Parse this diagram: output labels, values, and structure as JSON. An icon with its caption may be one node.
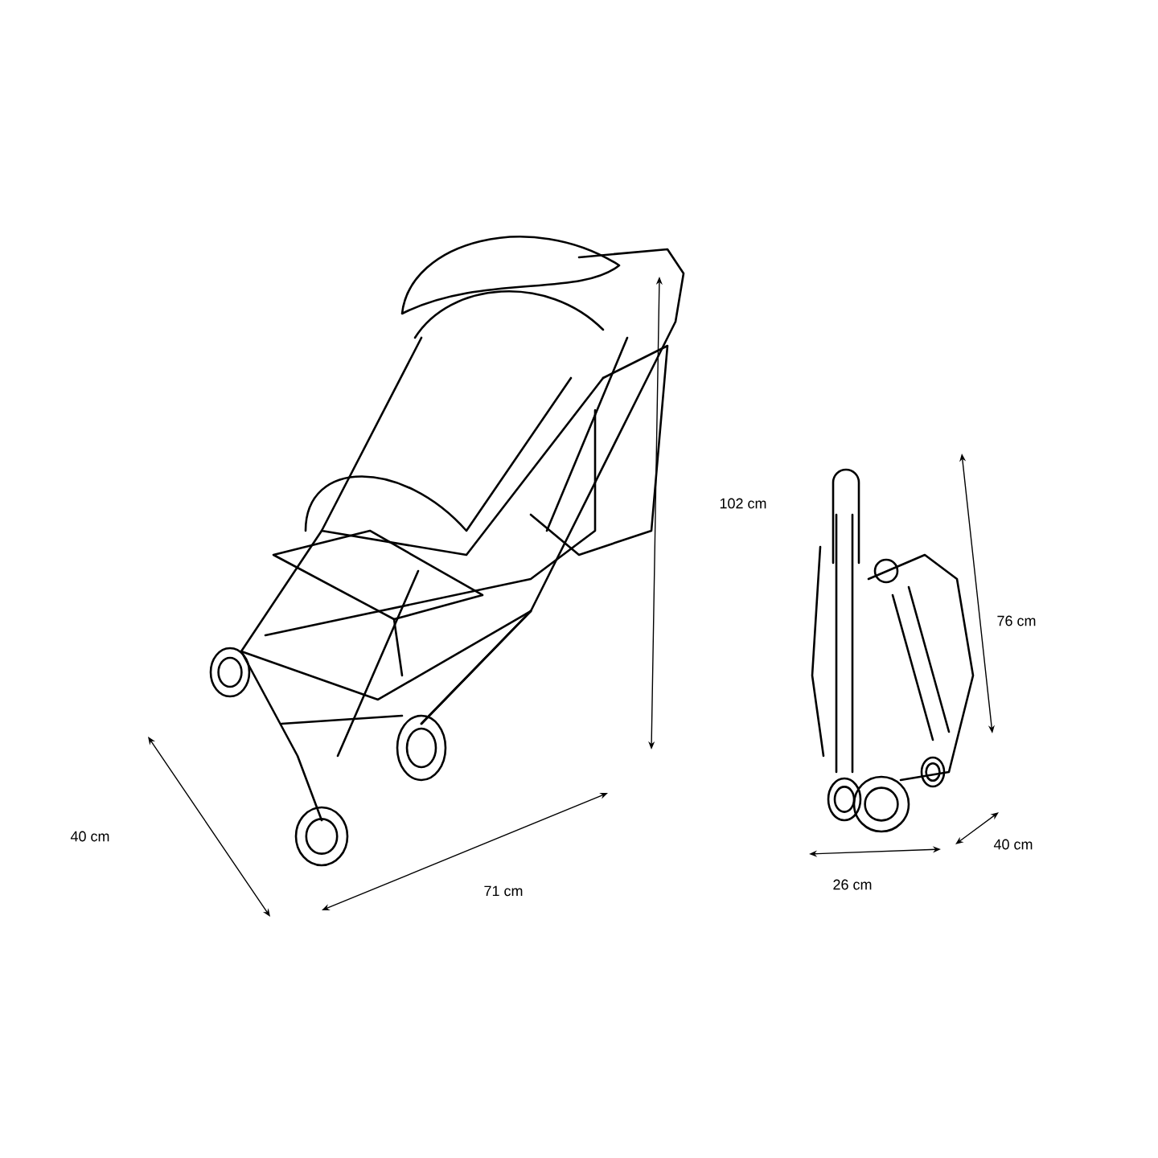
{
  "diagram": {
    "labels": [
      "102 cm",
      "76 cm",
      "40 cm",
      "40 cm",
      "26 cm",
      "71 cm"
    ]
  }
}
